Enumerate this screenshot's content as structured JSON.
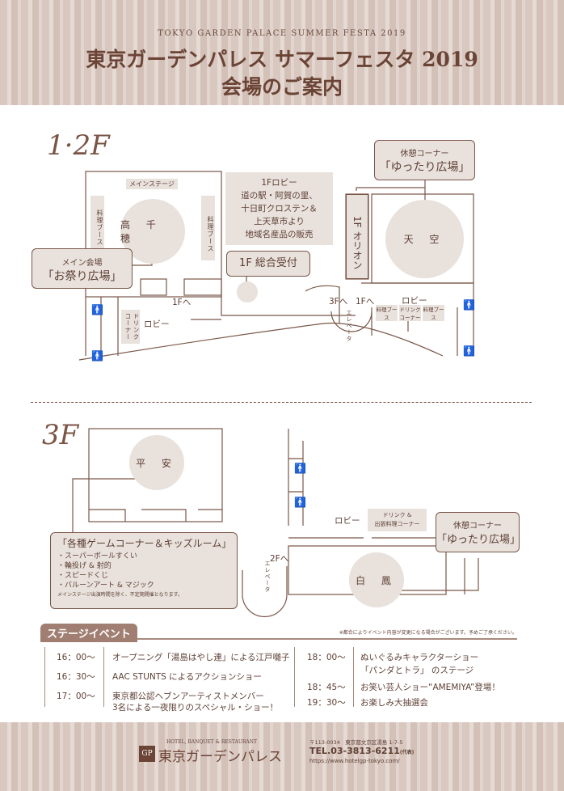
{
  "header": {
    "subtitle": "TOKYO GARDEN PALACE SUMMER FESTA 2019",
    "title_line1": "東京ガーデンパレス サマーフェスタ 2019",
    "title_line2": "会場のご案内"
  },
  "floor12": {
    "label": "1·2F",
    "main_stage": "メインステージ",
    "cooking_booth": "料理ブース",
    "room_takachiho": "高 千 穂",
    "main_venue": {
      "sub": "メイン会場",
      "name": "「お祭り広場」"
    },
    "lobby_1f": [
      "1Fロビー",
      "道の駅・阿賀の里、",
      "十日町クロステン＆",
      "上天草市より",
      "地域名産品の販売"
    ],
    "reception": "1F 総合受付",
    "rest_corner": {
      "sub": "休憩コーナー",
      "name": "「ゆったり広場」"
    },
    "orion": "1F オリオン",
    "room_tenku": "天 空",
    "to_1f": "1Fへ",
    "to_3f": "3Fへ",
    "elevator": "エレベータ",
    "lobby": "ロビー",
    "drink_corner": "ドリンクコーナー",
    "booth_small": "料理ブース",
    "drink_small": "ドリンクコーナー"
  },
  "floor3": {
    "label": "3F",
    "room_heian": "平 安",
    "game_corner": {
      "title": "「各種ゲームコーナー＆キッズルーム」",
      "items": [
        "・スーパーボールすくい",
        "・輪投げ & 射的",
        "・スピードくじ",
        "・バルーンアート & マジック"
      ],
      "note": "メインステージ出演時間を除く、不定期開催となります。"
    },
    "to_2f": "2Fへ",
    "elevator": "エレベータ",
    "lobby": "ロビー",
    "drink_corner": [
      "ドリンク &",
      "出張料理コーナー"
    ],
    "rest_corner": {
      "sub": "休憩コーナー",
      "name": "「ゆったり広場」"
    },
    "room_hakuho": "白 鳳"
  },
  "stage": {
    "title": "ステージイベント",
    "note": "※都合によりイベント内容が変更になる場合がございます。予めご了承ください。",
    "left": [
      {
        "time": "16：00～",
        "text": "オープニング「湯島はやし連」による江戸囃子"
      },
      {
        "time": "16：30～",
        "text": "AAC STUNTS によるアクションショー"
      },
      {
        "time": "17：00～",
        "text": "東京都公認ヘブンアーティストメンバー",
        "text2": "3名による一夜限りのスペシャル・ショー！"
      }
    ],
    "right": [
      {
        "time": "18：00～",
        "text": "ぬいぐるみキャラクターショー",
        "text2": "「パンダとトラ」 のステージ"
      },
      {
        "time": "18：45～",
        "text": "お笑い芸人ショー“AMEMIYA”登場！"
      },
      {
        "time": "19：30～",
        "text": "お楽しみ大抽選会"
      }
    ]
  },
  "footer": {
    "tagline": "HOTEL, BANQUET & RESTAURANT",
    "logo_mark": "GP",
    "logo_name": "東京ガーデンパレス",
    "address": "〒113-0034　東京都文京区湯島 1-7-5",
    "tel": "TEL.03-3813-6211",
    "tel_note": "(代表)",
    "url": "https://www.hotelgp-tokyo.com/"
  }
}
